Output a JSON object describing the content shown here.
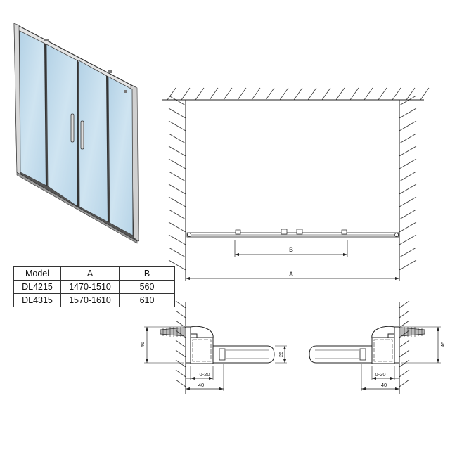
{
  "table": {
    "headers": [
      "Model",
      "A",
      "B"
    ],
    "rows": [
      [
        "DL4215",
        "1470-1510",
        "560"
      ],
      [
        "DL4315",
        "1570-1610",
        "610"
      ]
    ]
  },
  "front_view": {
    "dim_a_label": "A",
    "dim_b_label": "B"
  },
  "section_left": {
    "height_label": "46",
    "profile_label": "26",
    "adjust_label": "0-20",
    "width_label": "40"
  },
  "section_right": {
    "height_label": "46",
    "adjust_label": "0-20",
    "width_label": "40"
  },
  "colors": {
    "glass": "#c3dcec",
    "frame": "#4a4a4a",
    "line": "#222222",
    "anchor": "#aaaaaa"
  }
}
